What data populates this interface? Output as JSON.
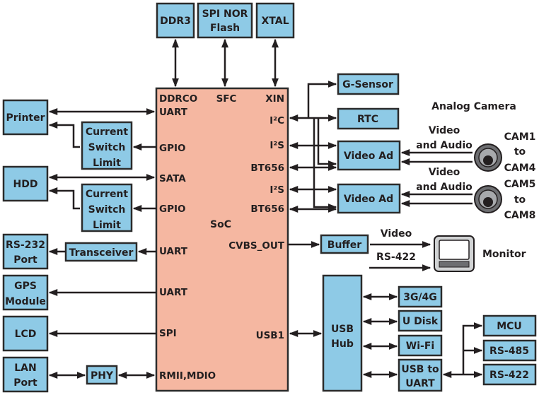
{
  "diagram": {
    "soc": {
      "label": "SoC",
      "pins_top": [
        "DDRCO",
        "SFC",
        "XIN"
      ],
      "pins_left": [
        "UART",
        "GPIO",
        "SATA",
        "GPIO",
        "UART",
        "UART",
        "SPI",
        "RMII,MDIO"
      ],
      "pins_right": [
        "I²C",
        "I²S",
        "BT656",
        "I²S",
        "BT656",
        "CVBS_OUT",
        "USB1"
      ]
    },
    "top_blocks": [
      {
        "id": "ddr3",
        "lines": [
          "DDR3"
        ]
      },
      {
        "id": "spi-nor-flash",
        "lines": [
          "SPI NOR",
          "Flash"
        ]
      },
      {
        "id": "xtal",
        "lines": [
          "XTAL"
        ]
      }
    ],
    "left_blocks": [
      {
        "id": "printer",
        "lines": [
          "Printer"
        ]
      },
      {
        "id": "current-switch-limit-1",
        "lines": [
          "Current",
          "Switch",
          "Limit"
        ]
      },
      {
        "id": "hdd",
        "lines": [
          "HDD"
        ]
      },
      {
        "id": "current-switch-limit-2",
        "lines": [
          "Current",
          "Switch",
          "Limit"
        ]
      },
      {
        "id": "rs232-port",
        "lines": [
          "RS-232",
          "Port"
        ]
      },
      {
        "id": "transceiver",
        "lines": [
          "Transceiver"
        ]
      },
      {
        "id": "gps-module",
        "lines": [
          "GPS",
          "Module"
        ]
      },
      {
        "id": "lcd",
        "lines": [
          "LCD"
        ]
      },
      {
        "id": "lan-port",
        "lines": [
          "LAN",
          "Port"
        ]
      },
      {
        "id": "phy",
        "lines": [
          "PHY"
        ]
      }
    ],
    "right_blocks": [
      {
        "id": "g-sensor",
        "lines": [
          "G-Sensor"
        ]
      },
      {
        "id": "rtc",
        "lines": [
          "RTC"
        ]
      },
      {
        "id": "video-ad-1",
        "lines": [
          "Video Ad"
        ]
      },
      {
        "id": "video-ad-2",
        "lines": [
          "Video Ad"
        ]
      },
      {
        "id": "buffer",
        "lines": [
          "Buffer"
        ]
      },
      {
        "id": "usb-hub",
        "lines": [
          "USB",
          "Hub"
        ]
      },
      {
        "id": "3g-4g",
        "lines": [
          "3G/4G"
        ]
      },
      {
        "id": "u-disk",
        "lines": [
          "U Disk"
        ]
      },
      {
        "id": "wi-fi",
        "lines": [
          "Wi-Fi"
        ]
      },
      {
        "id": "usb-to-uart",
        "lines": [
          "USB to",
          "UART"
        ]
      },
      {
        "id": "mcu",
        "lines": [
          "MCU"
        ]
      },
      {
        "id": "rs-485",
        "lines": [
          "RS-485"
        ]
      },
      {
        "id": "rs-422",
        "lines": [
          "RS-422"
        ]
      }
    ],
    "annotations": {
      "analog_camera": "Analog Camera",
      "video_audio_1": [
        "Video",
        "and Audio"
      ],
      "video_audio_2": [
        "Video",
        "and Audio"
      ],
      "cam_group_1": [
        "CAM1",
        "to",
        "CAM4"
      ],
      "cam_group_2": [
        "CAM5",
        "to",
        "CAM8"
      ],
      "video": "Video",
      "rs422": "RS-422",
      "monitor": "Monitor"
    },
    "colors": {
      "block_fill": "#8ecae6",
      "soc_fill": "#f5b7a1",
      "line": "#231f20"
    }
  }
}
